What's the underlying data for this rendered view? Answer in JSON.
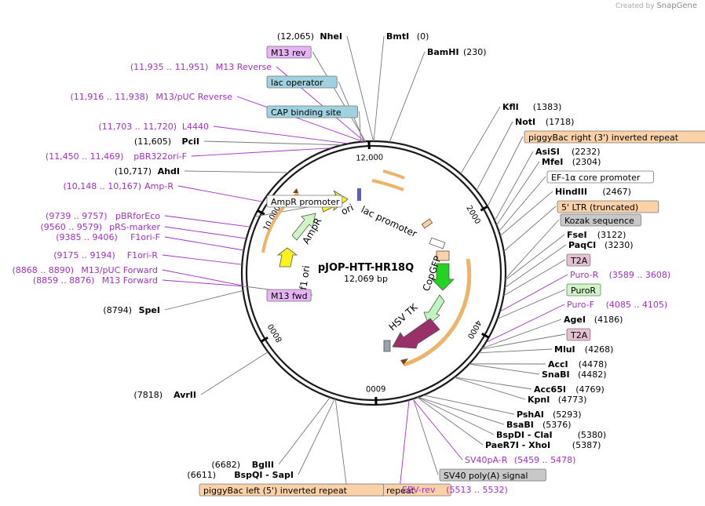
{
  "watermark": {
    "prefix": "Created by",
    "brand": "SnapGene"
  },
  "plasmid": {
    "name": "pJOP-HTT-HR18Q",
    "size_label": "12,069 bp"
  },
  "ticks": [
    "2000",
    "4000",
    "6000",
    "8000",
    "10,000",
    "12,000"
  ],
  "features": {
    "ampr": "AmpR",
    "ori": "ori",
    "f1ori": "f1 ori",
    "lac": "lac promoter",
    "copgfp": "CopGFP",
    "hsvtk": "HSV TK"
  },
  "labels_left": [
    {
      "pos": "(12,065)",
      "name": "NheI"
    },
    {
      "box": "M13 rev"
    },
    {
      "pos": "(11,935 .. 11,951)",
      "name": "M13 Reverse"
    },
    {
      "box": "lac operator"
    },
    {
      "pos": "(11,916 .. 11,938)",
      "name": "M13/pUC Reverse"
    },
    {
      "box": "CAP binding site"
    },
    {
      "pos": "(11,703 .. 11,720)",
      "name": "L4440"
    },
    {
      "pos": "(11,605)",
      "name": "PciI"
    },
    {
      "pos": "(11,450 .. 11,469)",
      "name": "pBR322ori-F"
    },
    {
      "pos": "(10,717)",
      "name": "AhdI"
    },
    {
      "pos": "(10,148 .. 10,167)",
      "name": "Amp-R"
    },
    {
      "box": "AmpR promoter"
    },
    {
      "pos": "(9739 .. 9757)",
      "name": "pBRforEco"
    },
    {
      "pos": "(9560 .. 9579)",
      "name": "pRS-marker"
    },
    {
      "pos": "(9385 .. 9406)",
      "name": "F1ori-F"
    },
    {
      "pos": "(9175 .. 9194)",
      "name": "F1ori-R"
    },
    {
      "pos": "(8868 .. 8890)",
      "name": "M13/pUC Forward"
    },
    {
      "pos": "(8859 .. 8876)",
      "name": "M13 Forward"
    },
    {
      "box": "M13 fwd"
    },
    {
      "pos": "(8794)",
      "name": "SpeI"
    },
    {
      "pos": "(7818)",
      "name": "AvrII"
    },
    {
      "pos": "(6682)",
      "name": "BglII"
    },
    {
      "pos": "(6611)",
      "name": "BspQI",
      "name2": "SapI"
    },
    {
      "box": "piggyBac left (5') inverted repeat"
    }
  ],
  "labels_right": [
    {
      "name": "BmtI",
      "pos": "(0)"
    },
    {
      "name": "BamHI",
      "pos": "(230)"
    },
    {
      "name": "KflI",
      "pos": "(1383)"
    },
    {
      "name": "NotI",
      "pos": "(1718)"
    },
    {
      "box": "piggyBac right (3') inverted repeat"
    },
    {
      "name": "AsiSI",
      "pos": "(2232)"
    },
    {
      "name": "MfeI",
      "pos": "(2304)"
    },
    {
      "box": "EF-1α core promoter"
    },
    {
      "name": "HindIII",
      "pos": "(2467)"
    },
    {
      "box": "5' LTR (truncated)"
    },
    {
      "box": "Kozak sequence"
    },
    {
      "name": "FseI",
      "pos": "(3122)"
    },
    {
      "name": "PaqCI",
      "pos": "(3230)"
    },
    {
      "box": "T2A"
    },
    {
      "name": "Puro-R",
      "pos": "(3589 .. 3608)"
    },
    {
      "box": "PuroR"
    },
    {
      "name": "Puro-F",
      "pos": "(4085 .. 4105)"
    },
    {
      "name": "AgeI",
      "pos": "(4186)"
    },
    {
      "box": "T2A"
    },
    {
      "name": "MluI",
      "pos": "(4268)"
    },
    {
      "name": "AccI",
      "pos": "(4478)"
    },
    {
      "name": "SnaBI",
      "pos": "(4482)"
    },
    {
      "name": "Acc65I",
      "pos": "(4769)"
    },
    {
      "name": "KpnI",
      "pos": "(4773)"
    },
    {
      "name": "PshAI",
      "pos": "(5293)"
    },
    {
      "name": "BsaBI",
      "pos": "(5376)"
    },
    {
      "name": "BspDI",
      "name2": "ClaI",
      "pos": "(5380)"
    },
    {
      "name": "PaeR7I",
      "name2": "XhoI",
      "pos": "(5387)"
    },
    {
      "name": "SV40pA-R",
      "pos": "(5459 .. 5478)"
    },
    {
      "box": "SV40 poly(A) signal"
    },
    {
      "name": "EBV-rev",
      "pos": "(5513 .. 5532)"
    }
  ],
  "colors": {
    "primer": "#a22fc7",
    "enzyme": "#000000",
    "orange_box": "#fbd1a8",
    "gray_box": "#c8c8c8",
    "teal_box": "#9fd1df",
    "green_box": "#cff5c5",
    "pink_box": "#e5bfd2",
    "purple_box": "#e6b3f4",
    "arrow_yellow": "#f8f41c",
    "arrow_green": "#22d322",
    "arrow_lightgreen": "#bff5c0",
    "arrow_maroon": "#9a3069",
    "arc_orange": "#eeb368"
  }
}
